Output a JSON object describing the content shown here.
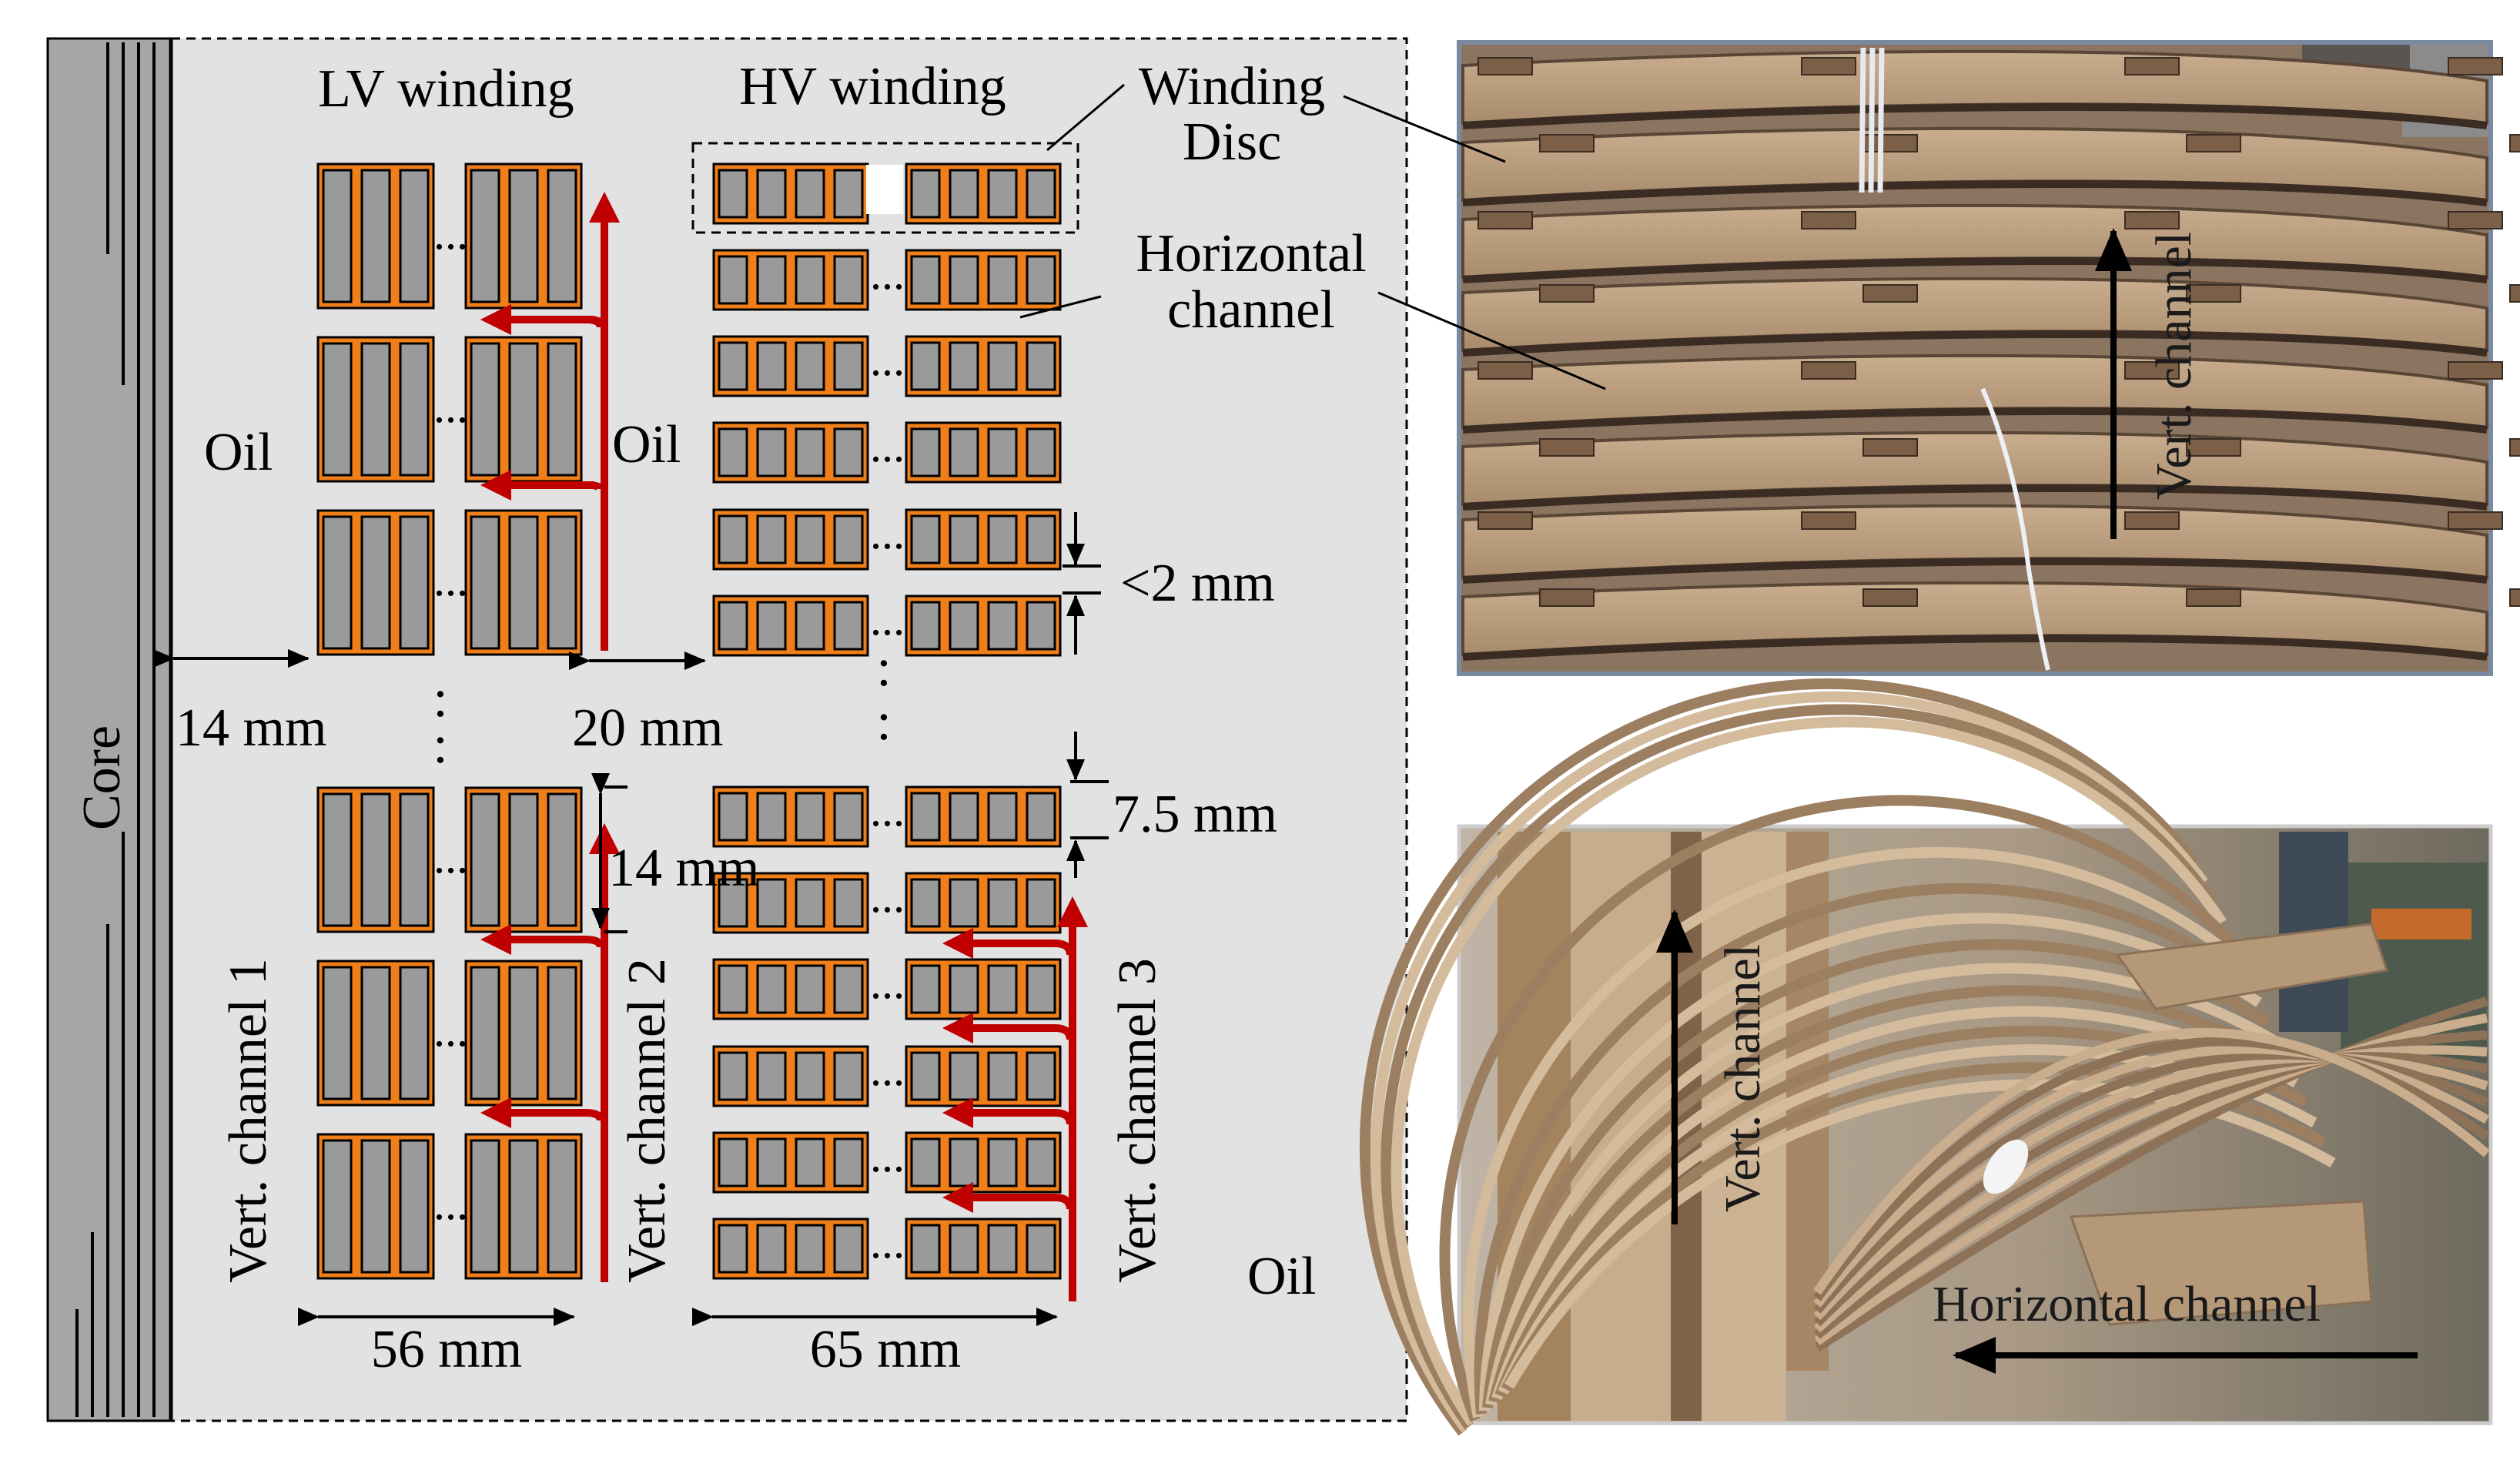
{
  "schematic": {
    "core_label": "Core",
    "lv_label": "LV winding",
    "hv_label": "HV winding",
    "winding_disc_label_line1": "Winding",
    "winding_disc_label_line2": "Disc",
    "horizontal_channel_line1": "Horizontal",
    "horizontal_channel_line2": "channel",
    "oil_left": "Oil",
    "oil_middle": "Oil",
    "oil_bottom_right": "Oil",
    "dim_gap_core_lv": "14 mm",
    "dim_gap_lv_hv": "20 mm",
    "dim_channel_height": "<2 mm",
    "dim_disc_height_hv": "7.5 mm",
    "dim_disc_height_lv": "14 mm",
    "dim_lv_width": "56 mm",
    "dim_hv_width": "65 mm",
    "ellipsis": "...",
    "vertical_dots": ":",
    "vert_channel_1": "Vert. channel 1",
    "vert_channel_2": "Vert. channel 2",
    "vert_channel_3": "Vert. channel 3"
  },
  "photo_top": {
    "vert_channel_label": "Vert. channel"
  },
  "photo_bottom": {
    "vert_channel_label": "Vert. channel",
    "horizontal_channel_label": "Horizontal channel"
  },
  "colors": {
    "conductor_fill": "#f07f1a",
    "conductor_inner": "#9a9a9a",
    "flow_arrow": "#c00000",
    "panel_background": "#e2e2e2",
    "core_fill": "#a6a6a6",
    "pressboard": "#b79a7c"
  }
}
